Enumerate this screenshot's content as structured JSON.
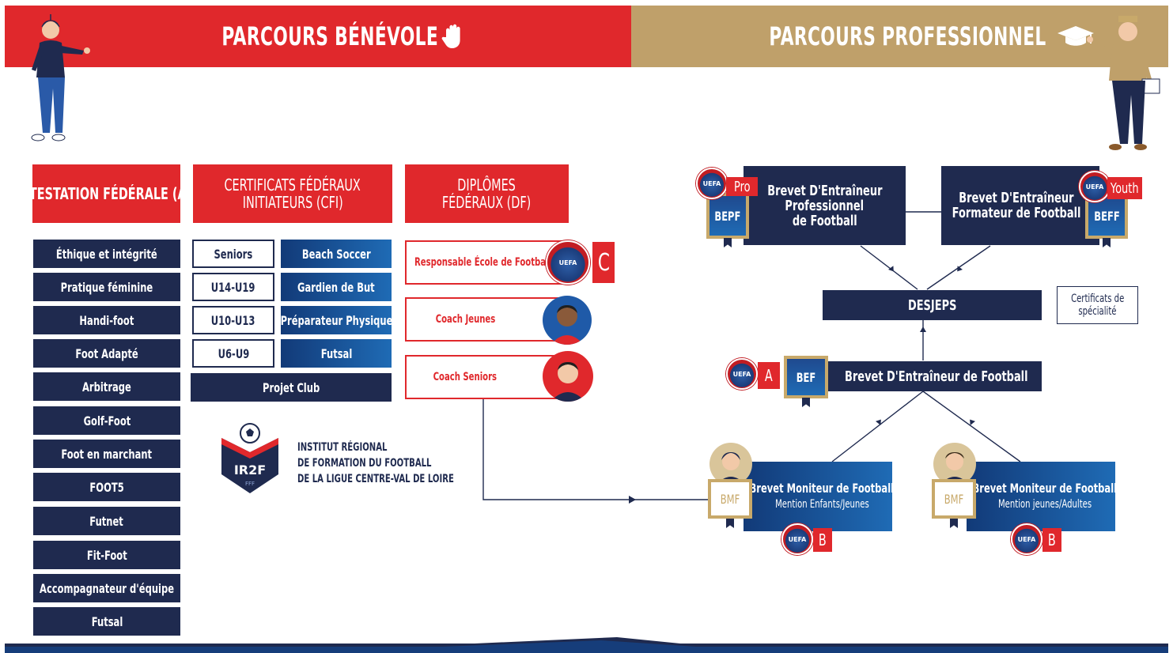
{
  "header": {
    "left_title": "PARCOURS BÉNÉVOLE",
    "right_title": "PARCOURS PROFESSIONNEL",
    "left_icon": "hand-icon",
    "right_icon": "graduation-cap-icon",
    "colors": {
      "red": "#e0282c",
      "gold": "#bfa06a",
      "navy": "#1f2a4f",
      "blue": "#1f6bb5"
    }
  },
  "benevole": {
    "af": {
      "title": "ATTESTATION FÉDÉRALE (AF)",
      "items": [
        "Éthique et intégrité",
        "Pratique féminine",
        "Handi-foot",
        "Foot Adapté",
        "Arbitrage",
        "Golf-Foot",
        "Foot en marchant",
        "FOOT5",
        "Futnet",
        "Fit-Foot",
        "Accompagnateur d'équipe",
        "Futsal"
      ]
    },
    "cfi": {
      "title_line1": "CERTIFICATS FÉDÉRAUX",
      "title_line2": "INITIATEURS (CFI)",
      "age_items": [
        "Seniors",
        "U14-U19",
        "U10-U13",
        "U6-U9"
      ],
      "spec_items": [
        "Beach Soccer",
        "Gardien de But",
        "Préparateur Physique",
        "Futsal"
      ],
      "club": "Projet Club"
    },
    "df": {
      "title_line1": "DIPLÔMES",
      "title_line2": "FÉDÉRAUX (DF)",
      "items": [
        {
          "label": "Responsable École de Football",
          "badge": "C",
          "icon": "uefa-icon"
        },
        {
          "label": "Coach Jeunes",
          "icon": "young-coach-avatar-icon"
        },
        {
          "label": "Coach Seniors",
          "icon": "senior-coach-avatar-icon"
        }
      ]
    },
    "logo": {
      "abbr": "IR2F",
      "sub": "FFF",
      "line1": "INSTITUT RÉGIONAL",
      "line2": "DE FORMATION DU FOOTBALL",
      "line3": "DE LA LIGUE CENTRE-VAL DE LOIRE"
    }
  },
  "professionnel": {
    "bepf": {
      "badge": "BEPF",
      "level": "Pro",
      "line1": "Brevet D'Entraîneur",
      "line2": "Professionnel",
      "line3": "de Football"
    },
    "beff": {
      "badge": "BEFF",
      "level": "Youth",
      "line1": "Brevet D'Entraîneur",
      "line2": "Formateur de Football"
    },
    "desjeps": "DESJEPS",
    "certificats": {
      "line1": "Certificats de",
      "line2": "spécialité"
    },
    "bef": {
      "badge": "BEF",
      "level": "A",
      "label": "Brevet D'Entraîneur de Football"
    },
    "bmf1": {
      "badge": "BMF",
      "level": "B",
      "line1": "Brevet Moniteur de Football",
      "line2": "Mention Enfants/Jeunes"
    },
    "bmf2": {
      "badge": "BMF",
      "level": "B",
      "line1": "Brevet Moniteur de Football",
      "line2": "Mention jeunes/Adultes"
    },
    "uefa_text": "UEFA"
  }
}
